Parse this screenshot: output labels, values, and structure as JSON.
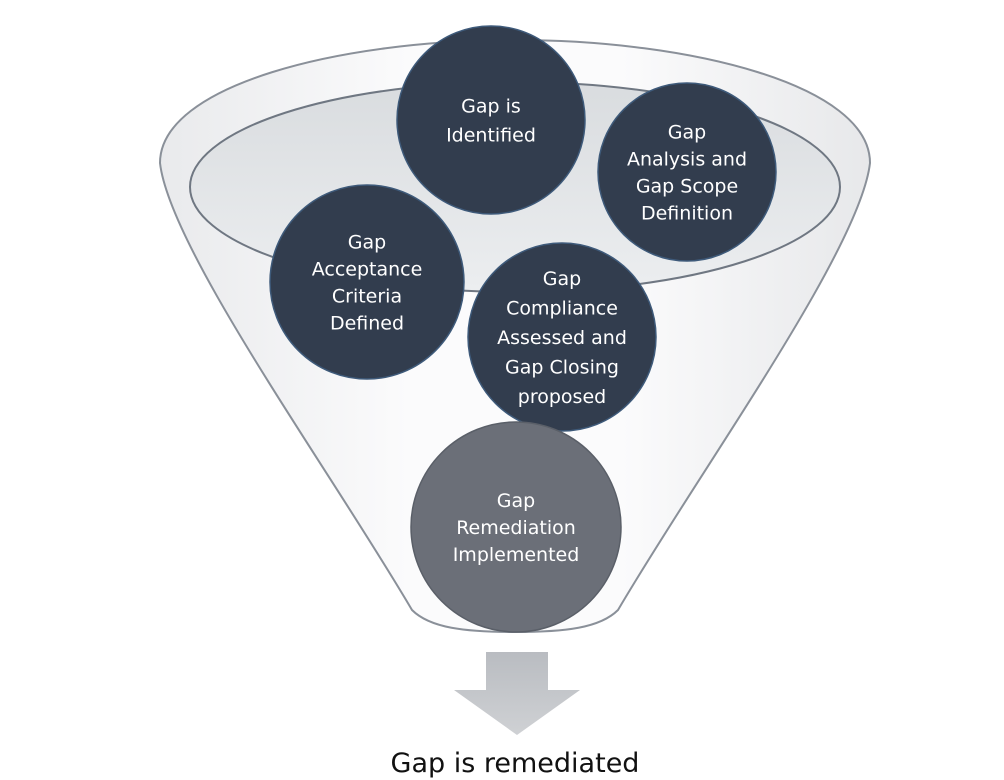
{
  "diagram": {
    "stages": [
      {
        "lines": [
          "Gap",
          "is",
          "Identified"
        ]
      },
      {
        "lines": [
          "Gap",
          "Analysis and",
          "Gap Scope",
          "Definition"
        ]
      },
      {
        "lines": [
          "Gap",
          "Acceptance",
          "Criteria",
          "Defined"
        ]
      },
      {
        "lines": [
          "Gap",
          "Compliance",
          "Assessed and",
          "Gap Closing",
          "proposed"
        ]
      },
      {
        "lines": [
          "Gap",
          "Remediation",
          "Implemented"
        ]
      }
    ],
    "outcome": "Gap is remediated",
    "colors": {
      "stage_fill": "#323d4e",
      "final_stage_fill": "#6b6f78",
      "funnel_fill": "#f1f2f3",
      "funnel_rim": "#e3e5e8",
      "funnel_outline": "#8a9099",
      "arrow_fill": "#c2c4c8"
    }
  }
}
